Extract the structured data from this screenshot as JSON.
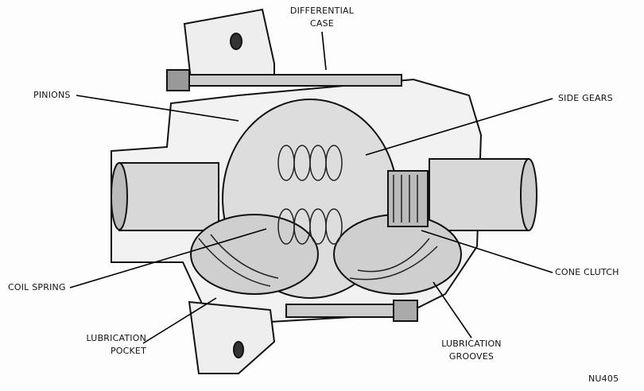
{
  "labels": {
    "differential_case": [
      "DIFFERENTIAL",
      "CASE"
    ],
    "pinions": "PINIONS",
    "side_gears": "SIDE  GEARS",
    "cone_clutch": "CONE  CLUTCH",
    "coil_spring": "COIL  SPRING",
    "lubrication_pocket": [
      "LUBRICATION",
      "POCKET"
    ],
    "lubrication_grooves": [
      "LUBRICATION",
      "GROOVES"
    ]
  },
  "figure_id": "NU405"
}
